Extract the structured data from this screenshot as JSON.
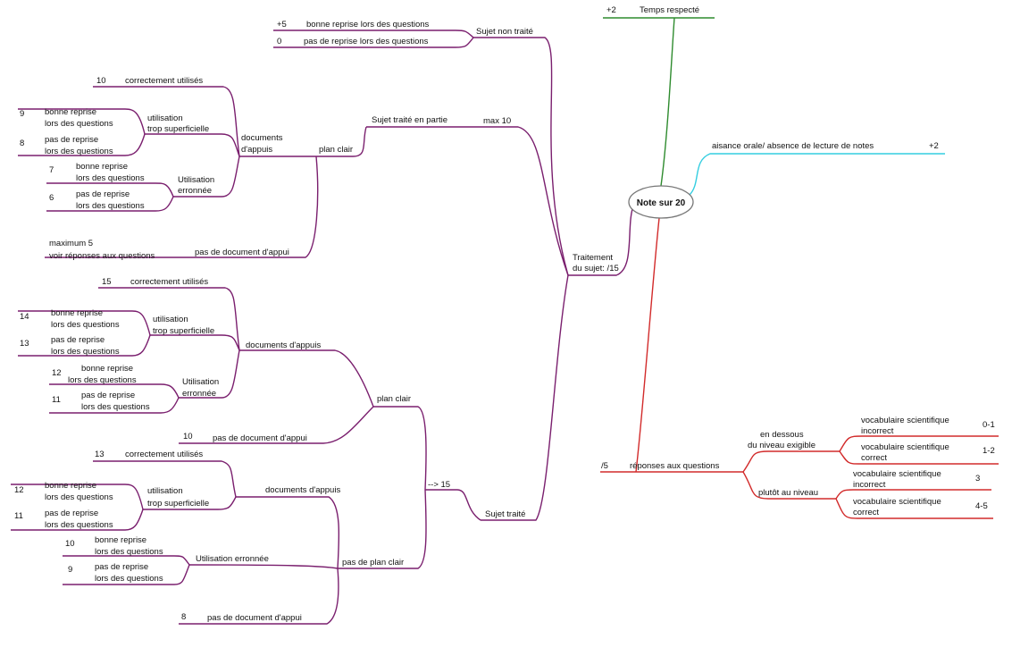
{
  "center": "Note sur 20",
  "branches": {
    "time": {
      "score": "+2",
      "label": "Temps respecté"
    },
    "oral": {
      "label": "aisance orale/ absence de lecture de notes",
      "score": "+2"
    },
    "treatment": {
      "label_line1": "Traitement",
      "label_line2": "du sujet: /15",
      "not_treated": {
        "label": "Sujet non traité",
        "items": [
          {
            "score": "+5",
            "label": "bonne reprise lors des questions"
          },
          {
            "score": "0",
            "label": "pas de reprise lors des questions"
          }
        ]
      },
      "partial": {
        "label": "Sujet traité en partie",
        "max": "max 10",
        "plan": "plan clair",
        "docs_line1": "documents",
        "docs_line2": "d'appuis",
        "correct": {
          "score": "10",
          "label": "correctement utilisés"
        },
        "superficial": {
          "line1": "utilisation",
          "line2": "trop superficielle",
          "items": [
            {
              "score": "9",
              "line1": "bonne reprise",
              "line2": "lors des questions"
            },
            {
              "score": "8",
              "line1": "pas de reprise",
              "line2": "lors des questions"
            }
          ]
        },
        "wrong": {
          "line1": "Utilisation",
          "line2": "erronnée",
          "items": [
            {
              "score": "7",
              "line1": "bonne reprise",
              "line2": "lors des questions"
            },
            {
              "score": "6",
              "line1": "pas de reprise",
              "line2": "lors des questions"
            }
          ]
        },
        "no_doc": {
          "label": "pas de document d'appui",
          "note_line1": "maximum 5",
          "note_line2": "voir réponses aux questions"
        }
      },
      "full": {
        "label": "Sujet traité",
        "max": "--> 15",
        "plan": {
          "label": "plan clair",
          "docs": "documents d'appuis",
          "correct": {
            "score": "15",
            "label": "correctement utilisés"
          },
          "superficial": {
            "line1": "utilisation",
            "line2": "trop superficielle",
            "items": [
              {
                "score": "14",
                "line1": "bonne reprise",
                "line2": "lors des questions"
              },
              {
                "score": "13",
                "line1": "pas de reprise",
                "line2": "lors des questions"
              }
            ]
          },
          "wrong": {
            "line1": "Utilisation",
            "line2": "erronnée",
            "items": [
              {
                "score": "12",
                "line1": "bonne reprise",
                "line2": "lors des questions"
              },
              {
                "score": "11",
                "line1": "pas de reprise",
                "line2": "lors des questions"
              }
            ]
          },
          "no_doc": {
            "score": "10",
            "label": "pas de document d'appui"
          }
        },
        "no_plan": {
          "label": "pas de plan clair",
          "docs": "documents d'appuis",
          "correct": {
            "score": "13",
            "label": "correctement utilisés"
          },
          "superficial": {
            "line1": "utilisation",
            "line2": "trop superficielle",
            "items": [
              {
                "score": "12",
                "line1": "bonne reprise",
                "line2": "lors des questions"
              },
              {
                "score": "11",
                "line1": "pas de reprise",
                "line2": "lors des questions"
              }
            ]
          },
          "wrong": {
            "label": "Utilisation erronnée",
            "items": [
              {
                "score": "10",
                "line1": "bonne reprise",
                "line2": "lors des questions"
              },
              {
                "score": "9",
                "line1": "pas de reprise",
                "line2": "lors des questions"
              }
            ]
          },
          "no_doc": {
            "score": "8",
            "label": "pas de document d'appui"
          }
        }
      }
    },
    "answers": {
      "score": "/5",
      "label": "réponses aux questions",
      "below": {
        "line1": "en dessous",
        "line2": "du niveau exigible",
        "items": [
          {
            "line1": "vocabulaire scientifique",
            "line2": "incorrect",
            "score": "0-1"
          },
          {
            "line1": "vocabulaire scientifique",
            "line2": "correct",
            "score": "1-2"
          }
        ]
      },
      "at_level": {
        "label": "plutôt au niveau",
        "items": [
          {
            "line1": "vocabulaire scientifique",
            "line2": "incorrect",
            "score": "3"
          },
          {
            "line1": "vocabulaire scientifique",
            "line2": "correct",
            "score": "4-5"
          }
        ]
      }
    }
  },
  "colors": {
    "treatment": "#7a1f6e",
    "time": "#2e8b2e",
    "oral": "#33cde0",
    "answers": "#d22b2b"
  }
}
